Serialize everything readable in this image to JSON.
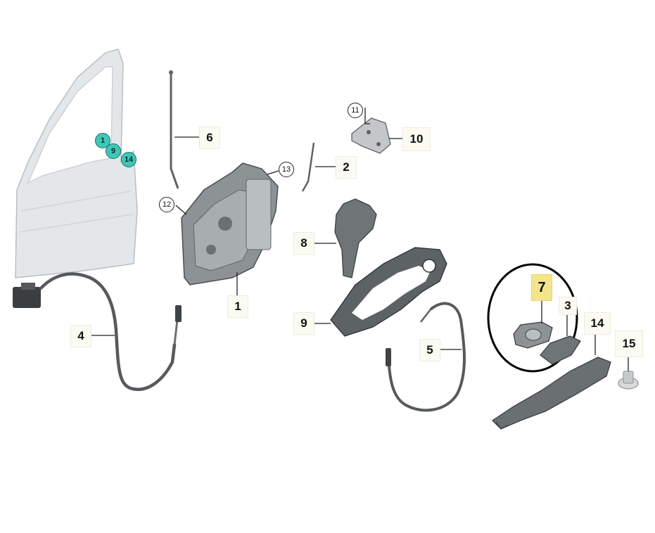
{
  "callouts": {
    "n1": "1",
    "n2": "2",
    "n3": "3",
    "n4": "4",
    "n5": "5",
    "n6": "6",
    "n7": "7",
    "n8": "8",
    "n9": "9",
    "n10": "10",
    "n11": "11",
    "n12": "12",
    "n13": "13",
    "n14": "14",
    "n15": "15"
  },
  "door_markers": {
    "m1": "1",
    "m9": "9",
    "m14": "14"
  },
  "colors": {
    "highlight": "#f3e58b",
    "door_marker": "#3fc6b8",
    "part_dark": "#5d6264",
    "part_mid": "#8d9294",
    "part_light": "#d7dadb",
    "leader_line": "#222222"
  }
}
